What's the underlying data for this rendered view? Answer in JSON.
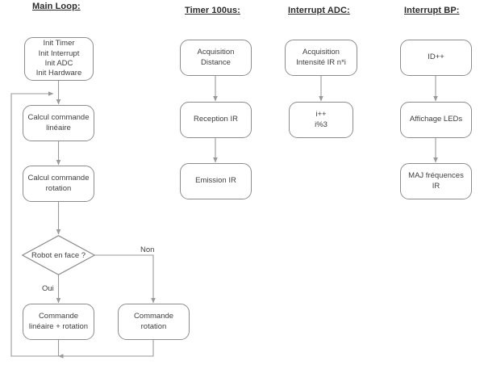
{
  "diagram": {
    "type": "flowchart",
    "title_style": "bold-underlined",
    "stroke_color": "#8c8c8c",
    "text_color": "#3f3f3f",
    "background": "#ffffff",
    "columns": [
      {
        "id": "main-loop",
        "title": "Main Loop:",
        "nodes": [
          {
            "id": "init",
            "shape": "rounded-rect",
            "label": "Init Timer\nInit Interrupt\nInit ADC\nInit Hardware"
          },
          {
            "id": "calc-lin",
            "shape": "rounded-rect",
            "label": "Calcul commande\nlinéaire"
          },
          {
            "id": "calc-rot",
            "shape": "rounded-rect",
            "label": "Calcul commande\nrotation"
          },
          {
            "id": "decision",
            "shape": "diamond",
            "label": "Robot en face ?"
          },
          {
            "id": "cmd-lin-rot",
            "shape": "rounded-rect",
            "label": "Commande\nlinéaire + rotation"
          },
          {
            "id": "cmd-rot",
            "shape": "rounded-rect",
            "label": "Commande\nrotation"
          }
        ],
        "edge_labels": {
          "yes": "Oui",
          "no": "Non"
        }
      },
      {
        "id": "timer-100us",
        "title": "Timer 100us:",
        "nodes": [
          {
            "id": "acq-dist",
            "shape": "rounded-rect",
            "label": "Acquisition\nDistance"
          },
          {
            "id": "reception-ir",
            "shape": "rounded-rect",
            "label": "Reception IR"
          },
          {
            "id": "emission-ir",
            "shape": "rounded-rect",
            "label": "Emission IR"
          }
        ]
      },
      {
        "id": "interrupt-adc",
        "title": "Interrupt ADC:",
        "nodes": [
          {
            "id": "acq-int-ir",
            "shape": "rounded-rect",
            "label": "Acquisition\nIntensité IR n*i"
          },
          {
            "id": "incr-mod",
            "shape": "rounded-rect",
            "label": "i++\ni%3"
          }
        ]
      },
      {
        "id": "interrupt-bp",
        "title": "Interrupt BP:",
        "nodes": [
          {
            "id": "id-incr",
            "shape": "rounded-rect",
            "label": "ID++"
          },
          {
            "id": "aff-leds",
            "shape": "rounded-rect",
            "label": "Affichage LEDs"
          },
          {
            "id": "maj-freq",
            "shape": "rounded-rect",
            "label": "MAJ fréquences\nIR"
          }
        ]
      }
    ]
  }
}
